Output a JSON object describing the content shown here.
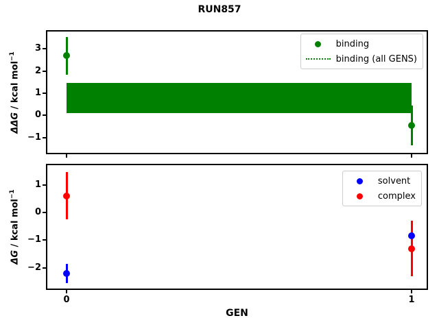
{
  "figure": {
    "title": "RUN857",
    "background": "#ffffff"
  },
  "chart_data": [
    {
      "type": "errorbar",
      "title": "RUN857",
      "ylabel": "ΔΔG / kcal mol⁻¹",
      "ylabel_math": "ΔΔG",
      "ylabel_rest": " / kcal mol",
      "ylabel_sup": "−1",
      "x": [
        0,
        1
      ],
      "xlim": [
        -0.0557,
        1.0437
      ],
      "ylim": [
        -1.693,
        3.786
      ],
      "yticks": [
        3,
        2,
        1,
        0,
        -1
      ],
      "xticks": [
        0,
        1
      ],
      "show_xticklabels": false,
      "grid": false,
      "legend_position": "upper right",
      "series": [
        {
          "name": "binding",
          "color": "#008000",
          "marker": "circle",
          "values": [
            2.7,
            -0.45
          ],
          "errors": [
            0.85,
            0.9
          ]
        }
      ],
      "band": {
        "name": "binding (all GENS)",
        "color": "#008000",
        "x": [
          0,
          1
        ],
        "y_low": 0.1,
        "y_high": 1.45
      },
      "legend": [
        {
          "label": "binding",
          "marker": "dot",
          "color": "#008000"
        },
        {
          "label": "binding (all GENS)",
          "marker": "dotted-line",
          "color": "#008000"
        }
      ]
    },
    {
      "type": "errorbar",
      "xlabel": "GEN",
      "ylabel": "ΔG / kcal mol⁻¹",
      "ylabel_math": "ΔG",
      "ylabel_rest": " / kcal mol",
      "ylabel_sup": "−1",
      "x": [
        0,
        1
      ],
      "xlim": [
        -0.0557,
        1.0437
      ],
      "ylim": [
        -2.741,
        1.704
      ],
      "yticks": [
        1,
        0,
        -1,
        -2
      ],
      "xticks": [
        0,
        1
      ],
      "show_xticklabels": true,
      "grid": false,
      "legend_position": "upper right",
      "series": [
        {
          "name": "solvent",
          "color": "#0000ff",
          "marker": "circle",
          "values": [
            -2.2,
            -0.85
          ],
          "errors": [
            0.35,
            0.3
          ]
        },
        {
          "name": "complex",
          "color": "#ff0000",
          "marker": "circle",
          "values": [
            0.6,
            -1.3
          ],
          "errors": [
            0.85,
            1.0
          ]
        }
      ],
      "legend": [
        {
          "label": "solvent",
          "marker": "dot",
          "color": "#0000ff"
        },
        {
          "label": "complex",
          "marker": "dot",
          "color": "#ff0000"
        }
      ]
    }
  ]
}
